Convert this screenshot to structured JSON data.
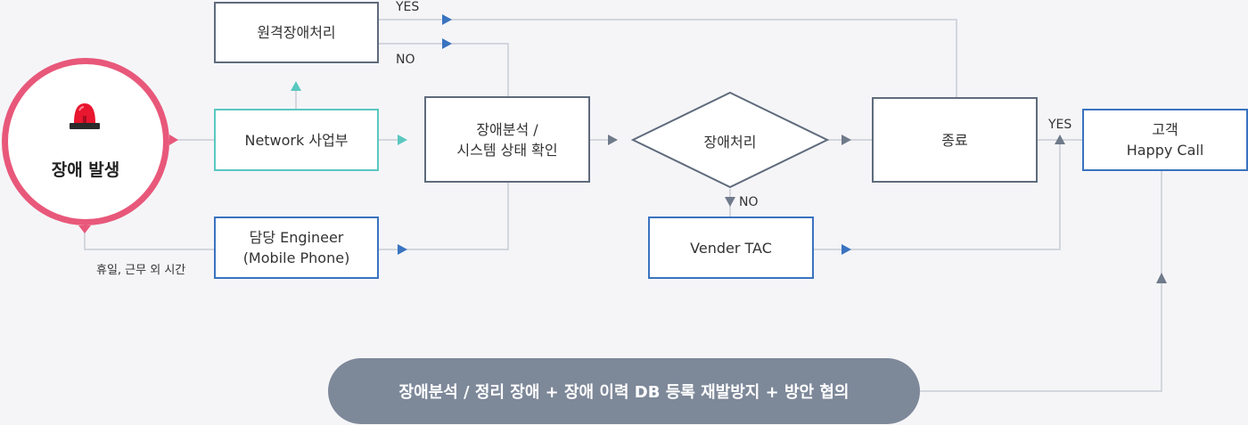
{
  "start": {
    "label": "장애 발생",
    "icon": "siren-icon"
  },
  "off_hours_label": "휴일, 근무 외 시간",
  "nodes": {
    "remote": "원격장애처리",
    "network": "Network 사업부",
    "engineer_line1": "담당 Engineer",
    "engineer_line2": "(Mobile Phone)",
    "analysis_line1": "장애분석 /",
    "analysis_line2": "시스템 상태 확인",
    "decision": "장애처리",
    "vendor": "Vender TAC",
    "end": "종료",
    "happy_line1": "고객",
    "happy_line2": "Happy Call"
  },
  "edge_labels": {
    "yes_top": "YES",
    "no_top": "NO",
    "no_decision": "NO",
    "yes_end": "YES"
  },
  "followup": "장애분석 / 정리 장애  + 장애 이력 DB 등록 재발방지 + 방안 협의",
  "colors": {
    "alarm": "#e8587a",
    "teal": "#5ac8c0",
    "blue": "#3a73c0",
    "gray": "#5f6b7c",
    "pill": "#7d8899"
  }
}
